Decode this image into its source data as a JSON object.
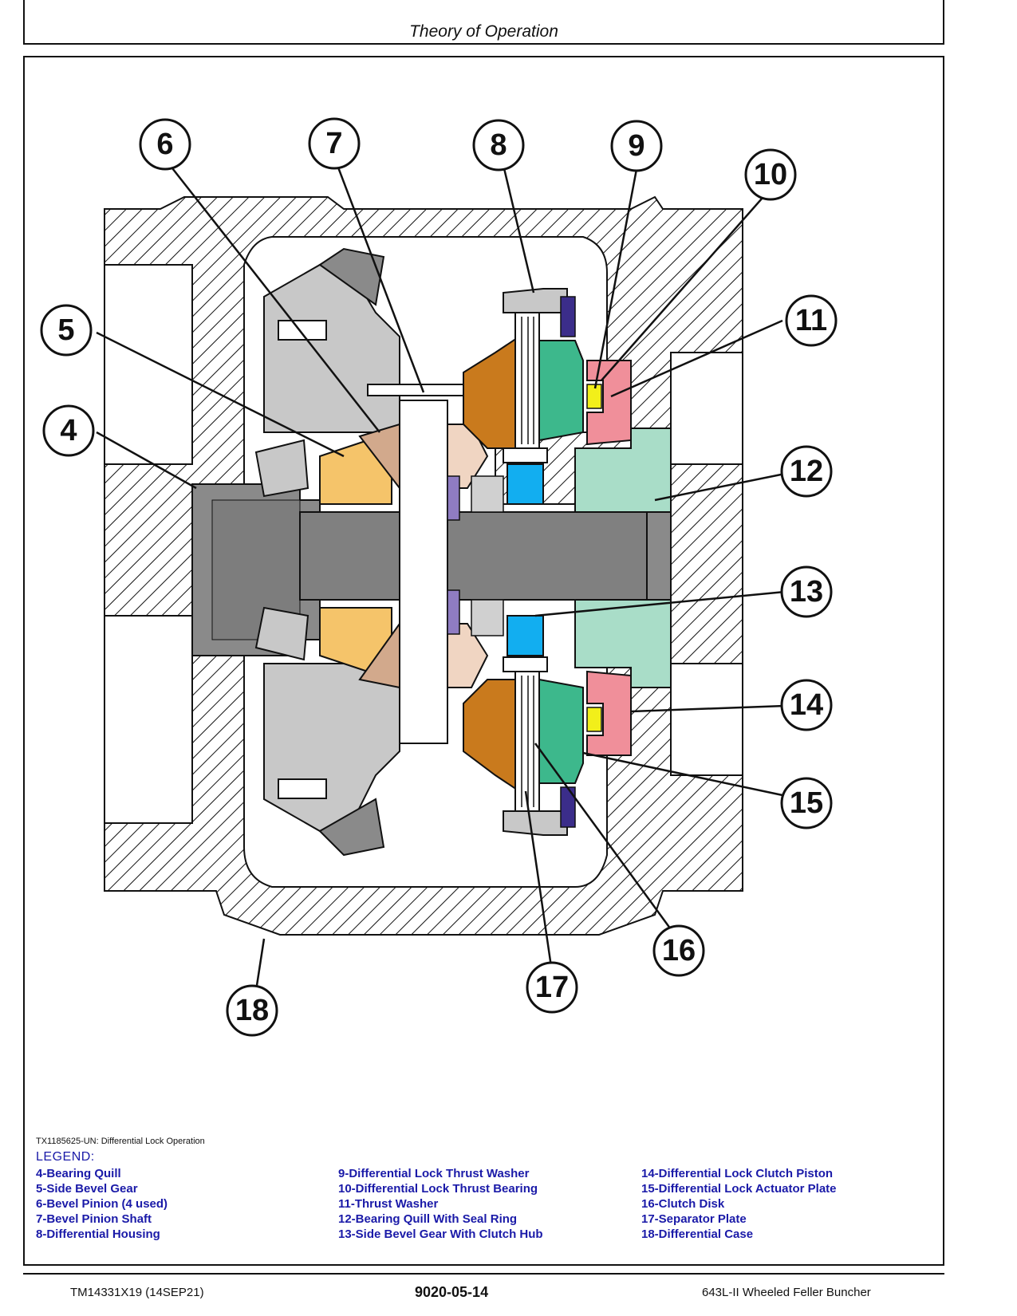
{
  "header": {
    "title": "Theory of Operation"
  },
  "figure": {
    "callouts": [
      "4",
      "5",
      "6",
      "7",
      "8",
      "9",
      "10",
      "11",
      "12",
      "13",
      "14",
      "15",
      "16",
      "17",
      "18"
    ],
    "caption": "TX1185625-UN: Differential Lock Operation",
    "colors": {
      "housing_hatch": "#111111",
      "bearing_quill": "#7d7d7d",
      "side_bevel_gear": "#f5c46a",
      "bevel_pinion": "#d2a98c",
      "differential_housing": "#c97a1d",
      "thrust_washer": "#f2ef1a",
      "clutch_piston": "#f08f9a",
      "bearing_quill_seal": "#a9ddc8",
      "clutch_hub_blue": "#12aef0",
      "actuator_plate": "#3db88c",
      "separator_plate_purple": "#8f7cc2",
      "dark_purple": "#3b2d8a",
      "shaft_gray": "#8a8a8a",
      "light_gray": "#c8c8c8"
    }
  },
  "legend": {
    "title": "LEGEND:",
    "col1": [
      "4-Bearing Quill",
      "5-Side Bevel Gear",
      "6-Bevel Pinion (4 used)",
      "7-Bevel Pinion Shaft",
      "8-Differential Housing"
    ],
    "col2": [
      "9-Differential Lock Thrust Washer",
      "10-Differential Lock Thrust Bearing",
      "11-Thrust Washer",
      "12-Bearing Quill With Seal Ring",
      "13-Side Bevel Gear With Clutch Hub"
    ],
    "col3": [
      "14-Differential Lock Clutch Piston",
      "15-Differential Lock Actuator Plate",
      "16-Clutch Disk",
      "17-Separator Plate",
      "18-Differential Case"
    ]
  },
  "footer": {
    "left": "TM14331X19 (14SEP21)",
    "center": "9020-05-14",
    "right": "643L-II Wheeled Feller Buncher"
  }
}
